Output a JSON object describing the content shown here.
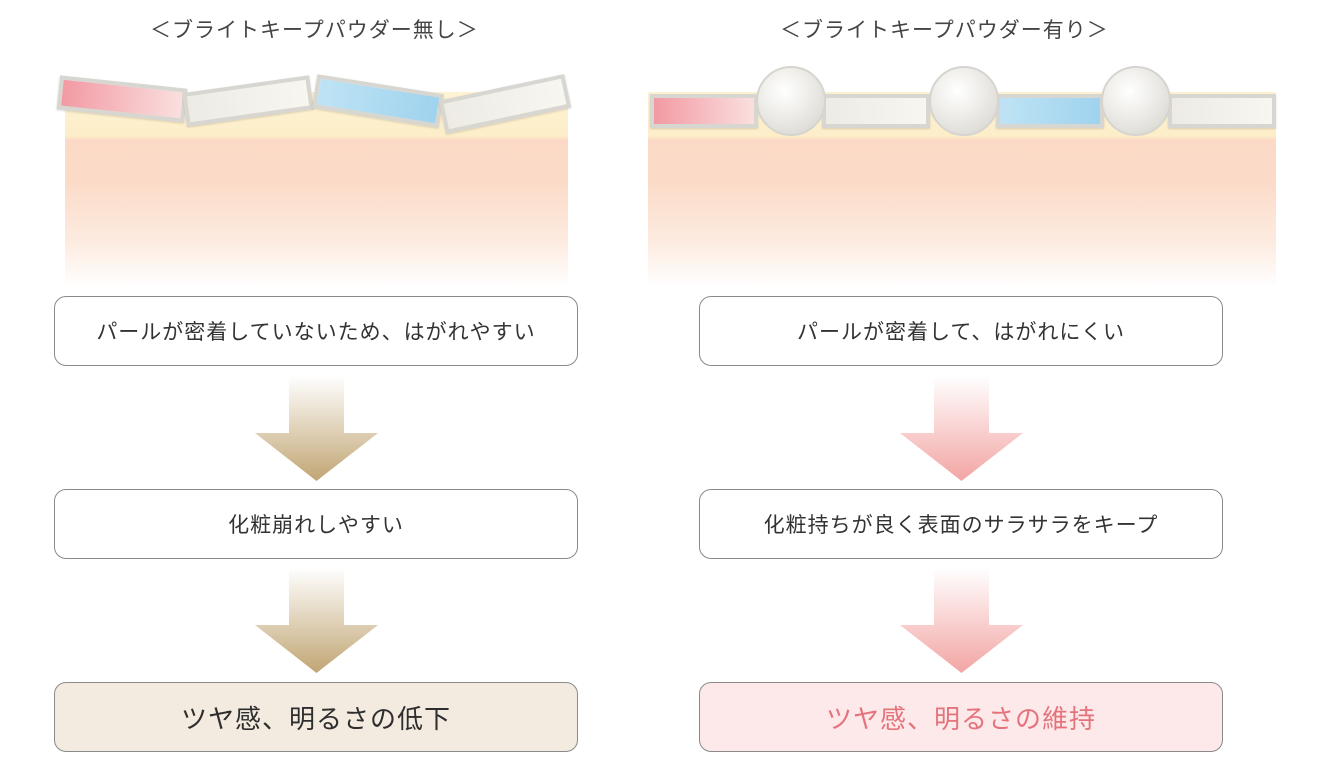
{
  "left": {
    "title": "＜ブライトキープパウダー無し＞",
    "step1": "パールが密着していないため、はがれやすい",
    "step2": "化粧崩れしやすい",
    "result": "ツヤ感、明るさの低下",
    "arrow_color": "#c1a573"
  },
  "right": {
    "title": "＜ブライトキープパウダー有り＞",
    "step1": "パールが密着して、はがれにくい",
    "step2": "化粧持ちが良く表面のサラサラをキープ",
    "result": "ツヤ感、明るさの維持",
    "arrow_color": "#f2a5a3",
    "result_color": "#e4737c"
  }
}
